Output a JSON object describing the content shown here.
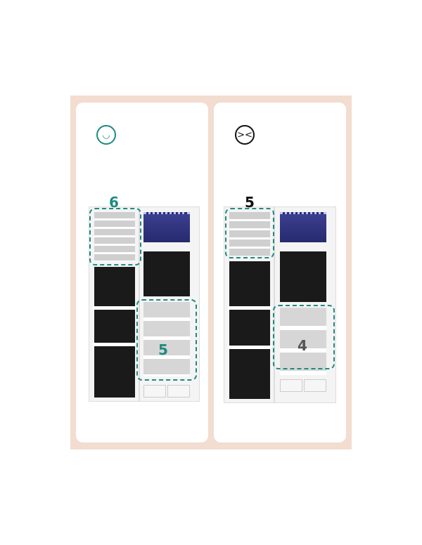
{
  "colors": {
    "accent": "#1e8a80",
    "background": "#f2ddd0"
  },
  "left": {
    "icon": "smiley-icon",
    "door_shelf_count": "6",
    "body_shelf_count": "5"
  },
  "right": {
    "icon": "frowning-face-icon",
    "door_shelf_count": "5",
    "body_shelf_count": "4"
  }
}
